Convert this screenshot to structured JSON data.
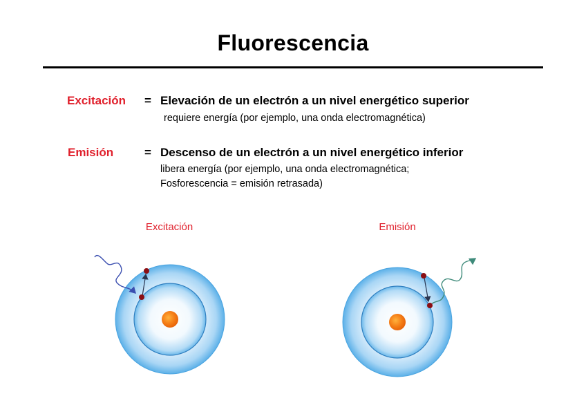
{
  "title": "Fluorescencia",
  "definitions": [
    {
      "term": "Excitación",
      "equals": "=",
      "definition": "Elevación de un electrón a un nivel energético superior",
      "details": [
        "requiere energía (por ejemplo, una onda electromagnética)"
      ]
    },
    {
      "term": "Emisión",
      "equals": "=",
      "definition": "Descenso de un electrón a un nivel energético inferior",
      "details": [
        "libera energía (por ejemplo, una onda electromagnética;",
        "Fosforescencia = emisión retrasada)"
      ]
    }
  ],
  "diagrams": {
    "excitation": {
      "label": "Excitación"
    },
    "emission": {
      "label": "Emisión"
    }
  },
  "colors": {
    "term_red": "#e0202c",
    "orbit_blue": "#5bb0e8",
    "nucleus_orange": "#f07d1a",
    "electron_dark_red": "#8b0f14",
    "incoming_wave": "#3b4fb0",
    "outgoing_wave": "#3e8a7a"
  }
}
